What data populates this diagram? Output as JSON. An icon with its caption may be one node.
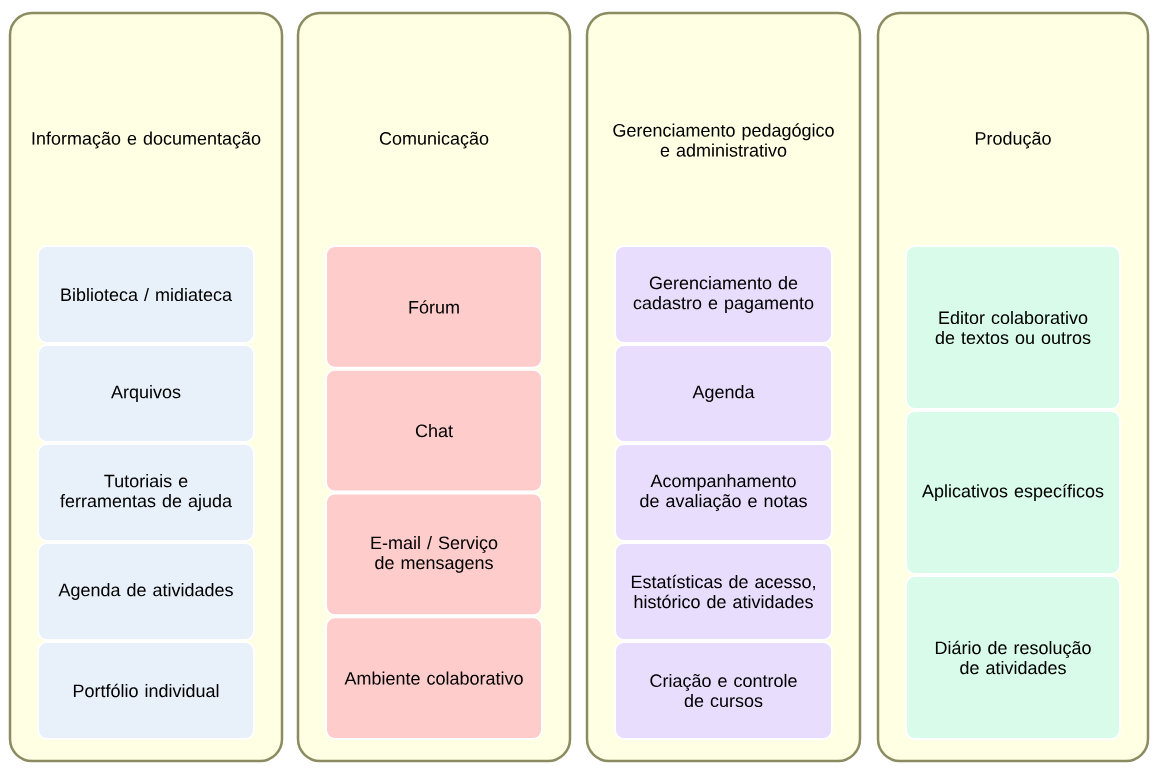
{
  "diagram": {
    "nodes": [
      {
        "text": [
          "Informação e documentação"
        ]
      },
      {
        "text": [
          "Biblioteca / midiateca"
        ],
        "in": 0
      },
      {
        "text": [
          "Arquivos"
        ],
        "in": 0
      },
      {
        "text": [
          "Tutoriais e ferramentas de ajuda"
        ],
        "in": 0
      },
      {
        "text": [
          "Agenda de atividades"
        ],
        "in": 0
      },
      {
        "text": [
          "Portfólio individual"
        ],
        "in": 0
      },
      {
        "text": [
          "Comunicação"
        ]
      },
      {
        "text": [
          "Fórum"
        ],
        "in": 6
      },
      {
        "text": [
          "Chat"
        ],
        "in": 6
      },
      {
        "text": [
          "E-mail / Serviço de mensagens"
        ],
        "in": 6
      },
      {
        "text": [
          "Ambiente colaborativo"
        ],
        "in": 6
      },
      {
        "text": [
          "Gerenciamento pedagógico e administrativo"
        ]
      },
      {
        "text": [
          "Gerenciamento de cadastro e pagamento"
        ],
        "in": 11
      },
      {
        "text": [
          "Agenda"
        ],
        "in": 11
      },
      {
        "text": [
          "Acompanhamento de avaliação e notas"
        ],
        "in": 11
      },
      {
        "text": [
          "Estatísticas de acesso, histórico de atividades"
        ],
        "in": 11
      },
      {
        "text": [
          "Criação e controle de cursos"
        ],
        "in": 11
      },
      {
        "text": [
          "Produção"
        ]
      },
      {
        "text": [
          "Editor colaborativo de textos ou outros"
        ],
        "in": 17
      },
      {
        "text": [
          "Aplicativos específicos"
        ],
        "in": 17
      },
      {
        "text": [
          "Diário de resolução de atividades"
        ],
        "in": 17
      }
    ]
  }
}
